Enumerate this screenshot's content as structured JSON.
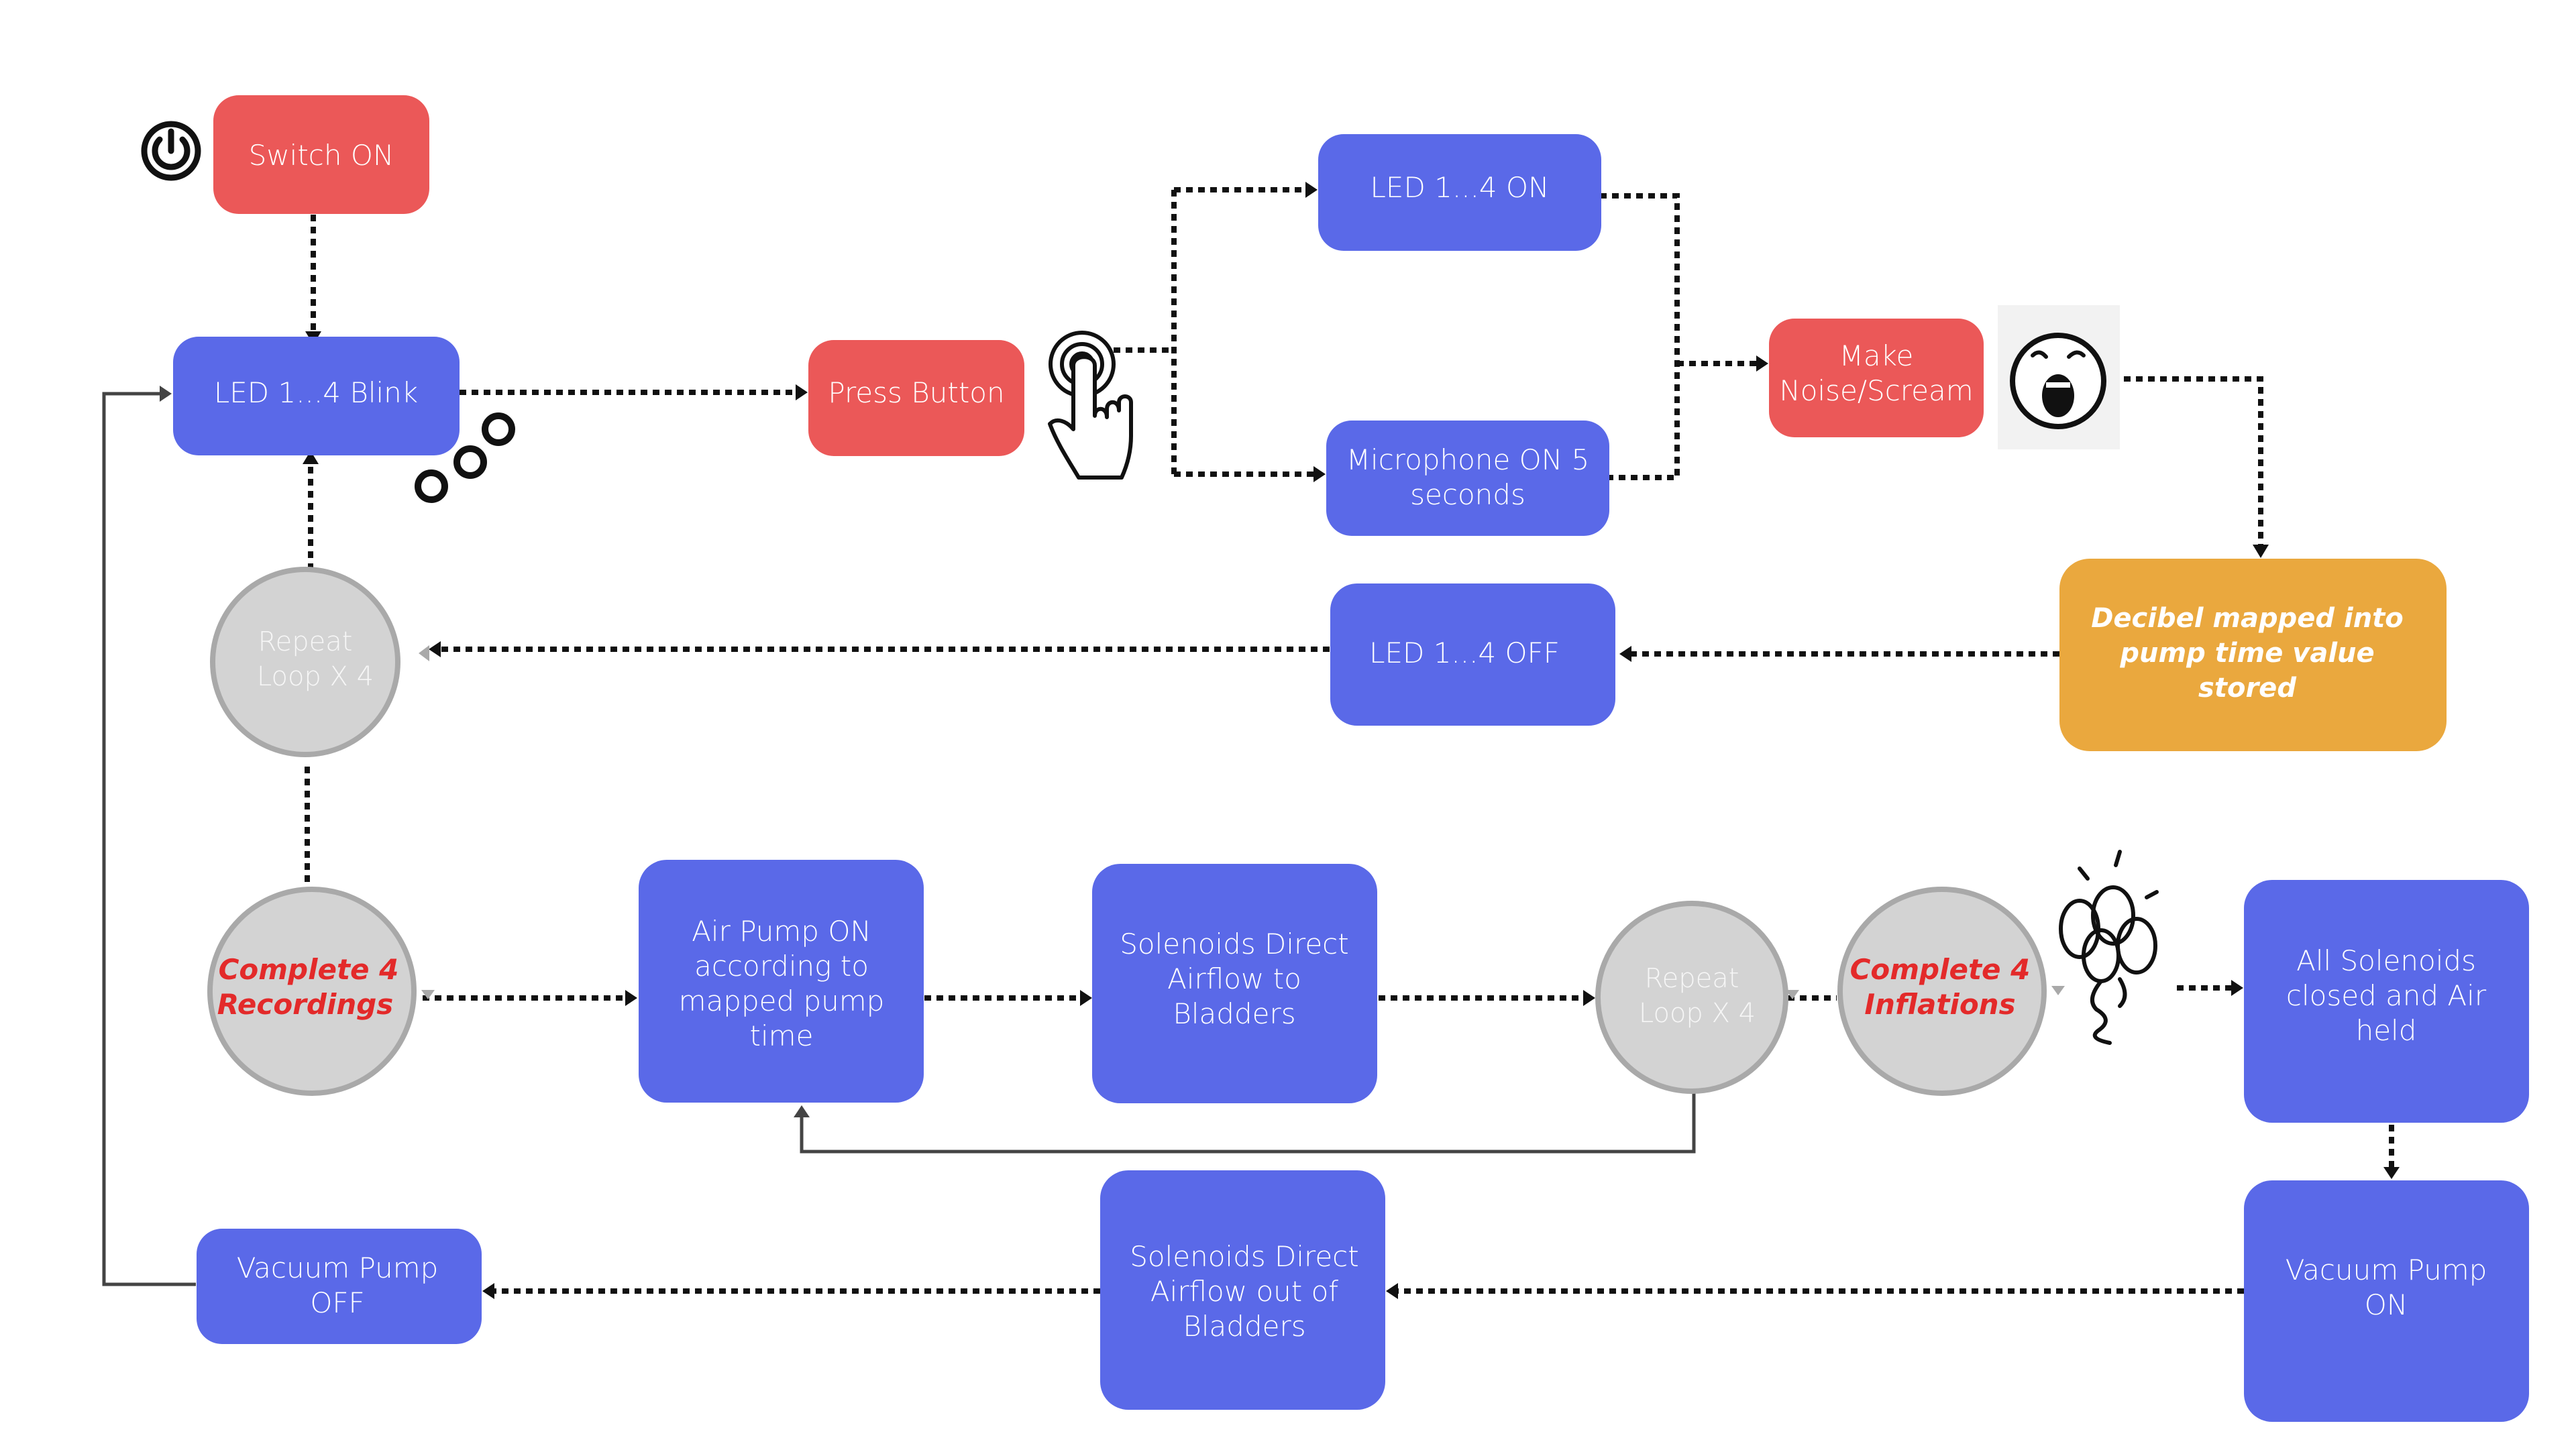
{
  "colors": {
    "blue": "#5a69e8",
    "red": "#eb5858",
    "orange": "#eaa83e",
    "grey_fill": "#d3d3d3",
    "grey_stroke": "#a9a9a9",
    "red_text": "#e32a2a"
  },
  "nodes": {
    "switch_on": "Switch ON",
    "led_blink": "LED 1...4 Blink",
    "press_button": "Press Button",
    "led_on": "LED 1...4 ON",
    "microphone_on": [
      "Microphone ON 5",
      "seconds"
    ],
    "make_noise": [
      "Make",
      "Noise/Scream"
    ],
    "decibel": [
      "Decibel mapped into",
      "pump time value",
      "stored"
    ],
    "led_off": "LED 1...4 OFF",
    "repeat_loop_1": [
      "Repeat",
      "Loop X 4"
    ],
    "complete_recordings": [
      "Complete 4",
      "Recordings"
    ],
    "air_pump_on": [
      "Air Pump ON",
      "according to",
      "mapped pump",
      "time"
    ],
    "solenoids_direct_to": [
      "Solenoids Direct",
      "Airflow to",
      "Bladders"
    ],
    "repeat_loop_2": [
      "Repeat",
      "Loop X 4"
    ],
    "complete_inflations": [
      "Complete 4",
      "Inflations"
    ],
    "all_solenoids_closed": [
      "All Solenoids",
      "closed and Air",
      "held"
    ],
    "vacuum_pump_on": [
      "Vacuum Pump",
      "ON"
    ],
    "solenoids_direct_out": [
      "Solenoids Direct",
      "Airflow out of",
      "Bladders"
    ],
    "vacuum_pump_off": [
      "Vacuum Pump",
      "OFF"
    ]
  },
  "icons": [
    "power-icon",
    "blink-circles-icon",
    "pointing-hand-icon",
    "screaming-face-icon",
    "balloons-icon"
  ]
}
